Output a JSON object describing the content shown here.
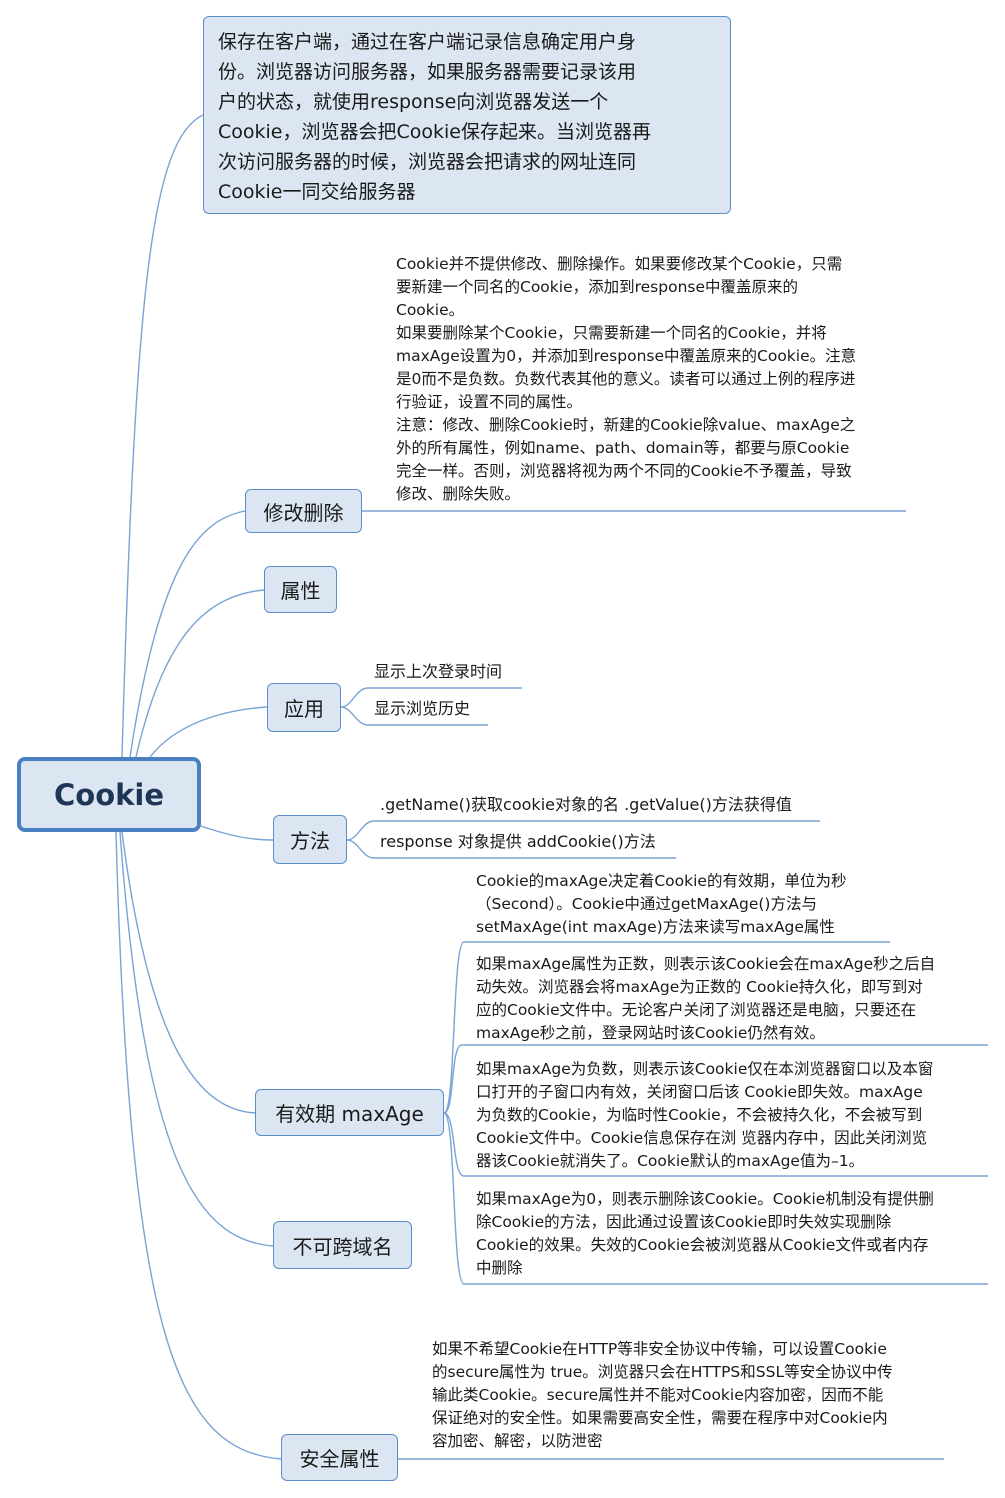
{
  "root": {
    "label": "Cookie"
  },
  "definition": {
    "lines": [
      "保存在客户端，通过在客户端记录信息确定用户身",
      "份。浏览器访问服务器，如果服务器需要记录该用",
      "户的状态，就使用response向浏览器发送一个",
      "Cookie，浏览器会把Cookie保存起来。当浏览器再",
      "次访问服务器的时候，浏览器会把请求的网址连同",
      "Cookie一同交给服务器"
    ]
  },
  "topics": {
    "modify": {
      "label": "修改删除",
      "note": [
        "Cookie并不提供修改、删除操作。如果要修改某个Cookie，只需",
        "要新建一个同名的Cookie，添加到response中覆盖原来的",
        "Cookie。",
        "如果要删除某个Cookie，只需要新建一个同名的Cookie，并将",
        "maxAge设置为0，并添加到response中覆盖原来的Cookie。注意",
        "是0而不是负数。负数代表其他的意义。读者可以通过上例的程序进",
        "行验证，设置不同的属性。",
        "注意：修改、删除Cookie时，新建的Cookie除value、maxAge之",
        "外的所有属性，例如name、path、domain等，都要与原Cookie",
        "完全一样。否则，浏览器将视为两个不同的Cookie不予覆盖，导致",
        "修改、删除失败。"
      ]
    },
    "attributes": {
      "label": "属性"
    },
    "application": {
      "label": "应用",
      "children": [
        "显示上次登录时间",
        "显示浏览历史"
      ]
    },
    "methods": {
      "label": "方法",
      "children": [
        ".getName()获取cookie对象的名 .getValue()方法获得值",
        "response 对象提供 addCookie()方法"
      ]
    },
    "maxage": {
      "label": "有效期 maxAge",
      "notes": [
        [
          "Cookie的maxAge决定着Cookie的有效期，单位为秒",
          "（Second）。Cookie中通过getMaxAge()方法与",
          "setMaxAge(int maxAge)方法来读写maxAge属性"
        ],
        [
          "如果maxAge属性为正数，则表示该Cookie会在maxAge秒之后自",
          "动失效。浏览器会将maxAge为正数的 Cookie持久化，即写到对",
          "应的Cookie文件中。无论客户关闭了浏览器还是电脑，只要还在",
          "maxAge秒之前，登录网站时该Cookie仍然有效。"
        ],
        [
          "如果maxAge为负数，则表示该Cookie仅在本浏览器窗口以及本窗",
          "口打开的子窗口内有效，关闭窗口后该 Cookie即失效。maxAge",
          "为负数的Cookie，为临时性Cookie，不会被持久化，不会被写到",
          "Cookie文件中。Cookie信息保存在浏 览器内存中，因此关闭浏览",
          "器该Cookie就消失了。Cookie默认的maxAge值为–1。"
        ],
        [
          "如果maxAge为0，则表示删除该Cookie。Cookie机制没有提供删",
          "除Cookie的方法，因此通过设置该Cookie即时失效实现删除",
          "Cookie的效果。失效的Cookie会被浏览器从Cookie文件或者内存",
          "中删除"
        ]
      ]
    },
    "crossdomain": {
      "label": "不可跨域名"
    },
    "security": {
      "label": "安全属性",
      "note": [
        "如果不希望Cookie在HTTP等非安全协议中传输，可以设置Cookie",
        "的secure属性为 true。浏览器只会在HTTPS和SSL等安全协议中传",
        "输此类Cookie。secure属性并不能对Cookie内容加密，因而不能",
        "保证绝对的安全性。如果需要高安全性，需要在程序中对Cookie内",
        "容加密、解密，以防泄密"
      ]
    }
  },
  "colors": {
    "node_fill": "#dce6f2",
    "node_border": "#5b8ec9",
    "line": "#7aa3d4"
  }
}
